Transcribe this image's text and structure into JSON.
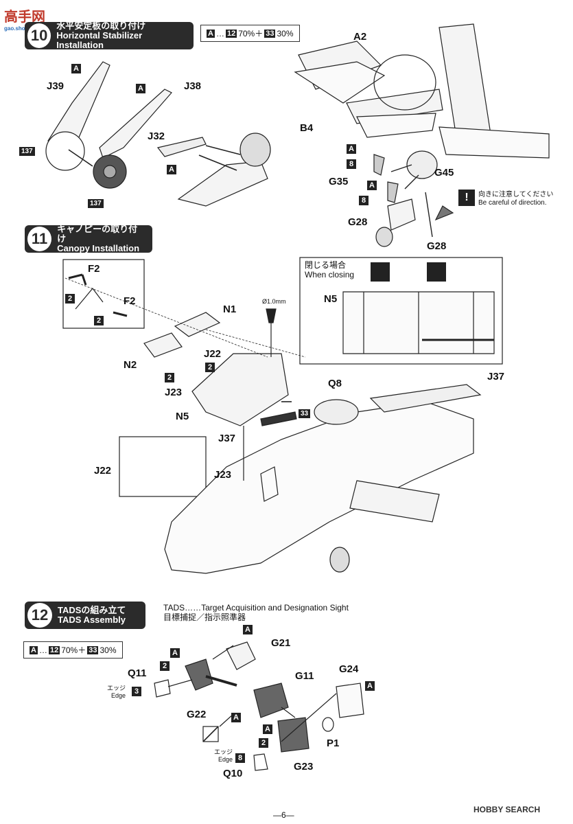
{
  "watermark": {
    "logo_text": "高手网",
    "site_text": "gao.shou.com"
  },
  "step10": {
    "number": "10",
    "title_jp": "水平安定板の取り付け",
    "title_en": "Horizontal Stabilizer Installation",
    "paint": {
      "a": "A",
      "sep": "…",
      "c1": "12",
      "p1": "70%＋",
      "c2": "33",
      "p2": "30%"
    },
    "labels": {
      "j39": "J39",
      "j38": "J38",
      "j32": "J32",
      "a2": "A2",
      "b4": "B4",
      "g45": "G45",
      "g35": "G35",
      "g28a": "G28",
      "g28b": "G28"
    },
    "codes": {
      "c137a": "137",
      "c137b": "137",
      "a1": "A",
      "a2": "A",
      "a3": "A",
      "a4": "A",
      "a5": "A",
      "n8a": "8",
      "n8b": "8"
    },
    "direction_note_jp": "向きに注意してください",
    "direction_note_en": "Be careful of direction."
  },
  "step11": {
    "number": "11",
    "title_jp": "キャノピーの取り付け",
    "title_en": "Canopy Installation",
    "labels": {
      "f2a": "F2",
      "f2b": "F2",
      "n1": "N1",
      "n2": "N2",
      "j22": "J22",
      "j23": "J23",
      "n5": "N5",
      "q8": "Q8",
      "j37": "J37",
      "j22b": "J22",
      "j23b": "J23",
      "n5b": "N5",
      "j37b": "J37"
    },
    "codes": {
      "two1": "2",
      "two2": "2",
      "two3": "2",
      "two4": "2",
      "c33": "33"
    },
    "drill": "Ø1.0mm",
    "when_closing_jp": "閉じる場合",
    "when_closing_en": "When closing"
  },
  "step12": {
    "number": "12",
    "title_jp": "TADSの組み立て",
    "title_en": "TADS Assembly",
    "paint": {
      "a": "A",
      "sep": "…",
      "c1": "12",
      "p1": "70%＋",
      "c2": "33",
      "p2": "30%"
    },
    "tads_line1": "TADS……Target Acquisition and Designation Sight",
    "tads_line2": "目標捕捉／指示照準器",
    "labels": {
      "g21": "G21",
      "g11": "G11",
      "g24": "G24",
      "q11": "Q11",
      "g22": "G22",
      "p1": "P1",
      "g23": "G23",
      "q10": "Q10"
    },
    "codes": {
      "a1": "A",
      "a2": "A",
      "a3": "A",
      "a4": "A",
      "a5": "A",
      "n2a": "2",
      "n2b": "2",
      "n3": "3",
      "n8": "8"
    },
    "edge_jp": "エッジ",
    "edge_en": "Edge",
    "edge2_jp": "エッジ",
    "edge2_en": "Edge"
  },
  "footer": {
    "page": "—6—",
    "brand": "HOBBY SEARCH"
  }
}
